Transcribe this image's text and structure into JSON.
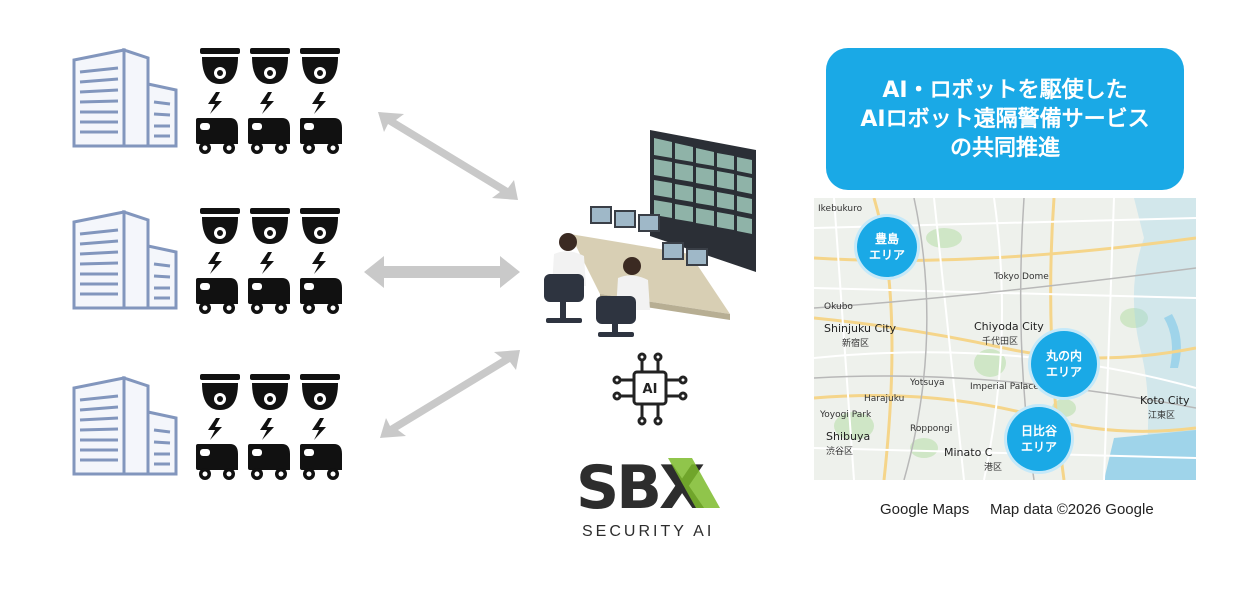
{
  "title": {
    "lines": [
      "AI・ロボットを駆使した",
      "AIロボット遠隔警備サービス",
      "の共同推進"
    ]
  },
  "map": {
    "areas": [
      {
        "line1": "豊島",
        "line2": "エリア"
      },
      {
        "line1": "丸の内",
        "line2": "エリア"
      },
      {
        "line1": "日比谷",
        "line2": "エリア"
      }
    ],
    "labels": {
      "shinjuku": "Shinjuku City",
      "shinjuku_jp": "新宿区",
      "chiyoda": "Chiyoda City",
      "chiyoda_jp": "千代田区",
      "shibuya": "Shibuya",
      "shibuya_jp": "渋谷区",
      "minato": "Minato C",
      "minato_jp": "港区",
      "koto": "Koto City",
      "koto_jp": "江東区",
      "ikebukuro": "Ikebukuro",
      "okubo": "Okubo",
      "imperial": "Imperial Palace",
      "yotsuya": "Yotsuya",
      "tokyo_dome": "Tokyo Dome",
      "yoyogi": "Yoyogi Park",
      "harajuku": "Harajuku",
      "roppongi": "Roppongi"
    }
  },
  "credits": {
    "google_maps": "Google Maps",
    "map_data": "Map data ©2026 Google"
  },
  "logo": {
    "brand": "SBX",
    "tagline": "SECURITY AI",
    "ai_chip": "AI"
  },
  "icons": {
    "building": "building-icon",
    "camera": "dome-camera-icon",
    "robot": "security-robot-icon",
    "operators": "monitoring-center-icon",
    "chip": "ai-chip-icon"
  },
  "colors": {
    "accent": "#1aa9e6",
    "arrow": "#c9c9c9",
    "building_stroke": "#8296bd",
    "logo_green": "#7dbb2c",
    "logo_dark": "#2d2d2d"
  }
}
